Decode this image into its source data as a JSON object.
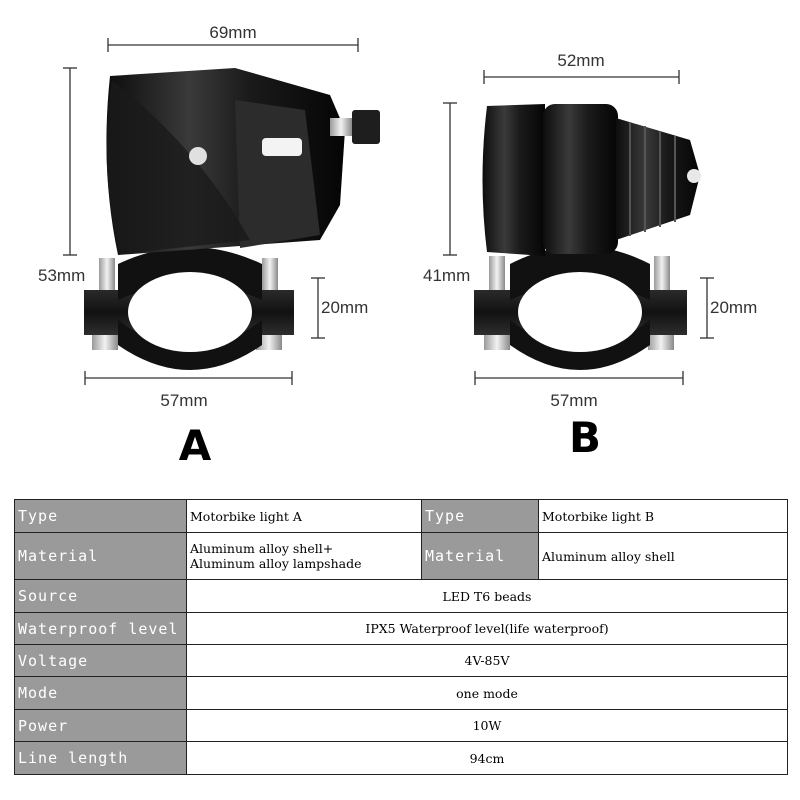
{
  "dimensions": {
    "a_width": "69mm",
    "a_height": "53mm",
    "a_mount": "20mm",
    "a_clamp": "57mm",
    "b_width": "52mm",
    "b_height": "41mm",
    "b_mount": "20mm",
    "b_clamp": "57mm"
  },
  "labels": {
    "a": "A",
    "b": "B"
  },
  "table": {
    "type_label": "Type",
    "type_a": "Motorbike light A",
    "type_b_label": "Type",
    "type_b": "Motorbike light B",
    "material_label": "Material",
    "material_a_line1": "Aluminum alloy shell+",
    "material_a_line2": "Aluminum alloy lampshade",
    "material_b_label": "Material",
    "material_b": "Aluminum alloy shell",
    "rows": [
      {
        "label": "Source",
        "value": "LED T6 beads"
      },
      {
        "label": "Waterproof level",
        "value": "IPX5 Waterproof level(life waterproof)"
      },
      {
        "label": "Voltage",
        "value": "4V-85V"
      },
      {
        "label": "Mode",
        "value": "one mode"
      },
      {
        "label": "Power",
        "value": "10W"
      },
      {
        "label": "Line length",
        "value": "94cm"
      }
    ]
  },
  "colors": {
    "header_bg": "#9a9a9a",
    "light_body": "#1c1c1c",
    "border": "#222222"
  }
}
